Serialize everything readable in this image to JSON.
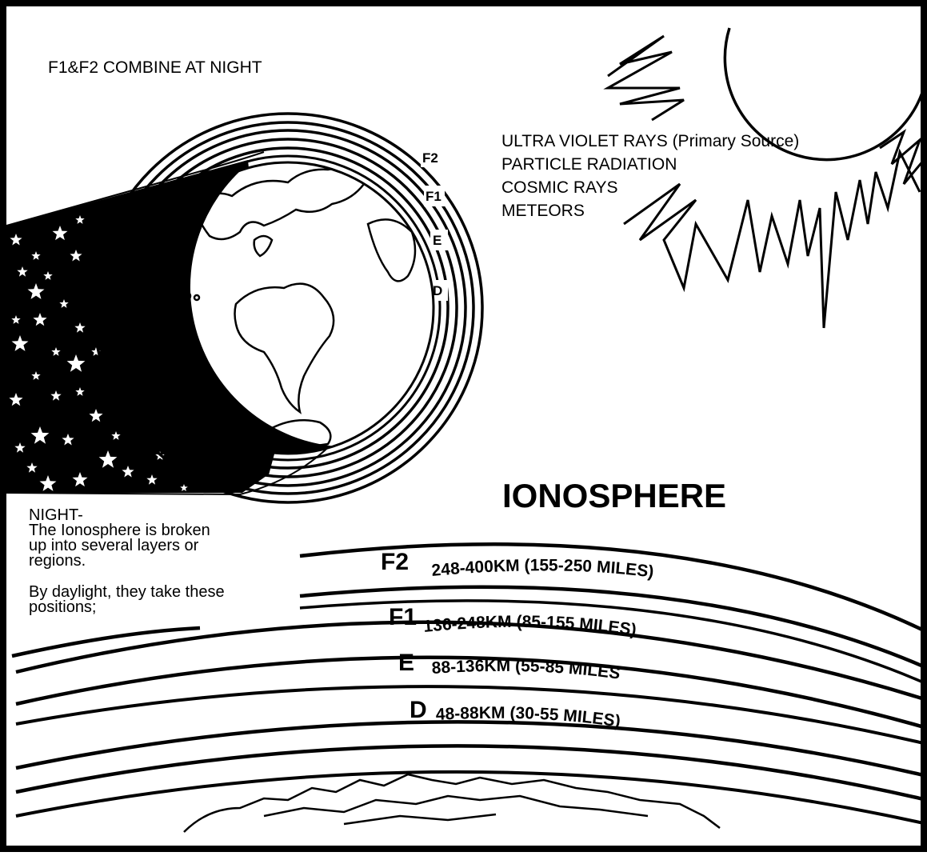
{
  "title": "IONOSPHERE",
  "night_heading": "F1&F2 COMBINE AT NIGHT",
  "sources": [
    "ULTRA VIOLET RAYS (Primary Source)",
    "PARTICLE RADIATION",
    "COSMIC RAYS",
    "METEORS"
  ],
  "night_layer_labels": [
    "F2",
    "F1",
    "E",
    "D"
  ],
  "description": {
    "heading": "NIGHT-",
    "lines_1": [
      "The Ionosphere is broken",
      "up into several layers or",
      "regions."
    ],
    "lines_2": [
      "By daylight, they take these",
      "positions;"
    ]
  },
  "day_layers": [
    {
      "name": "F2",
      "range": "248-400KM (155-250 MILES)"
    },
    {
      "name": "F1",
      "range": "136-248KM (85-155 MILES)"
    },
    {
      "name": "E",
      "range": "88-136KM (55-85 MILES"
    },
    {
      "name": "D",
      "range": "48-88KM (30-55 MILES)"
    }
  ],
  "colors": {
    "ink": "#000000",
    "paper": "#ffffff"
  }
}
